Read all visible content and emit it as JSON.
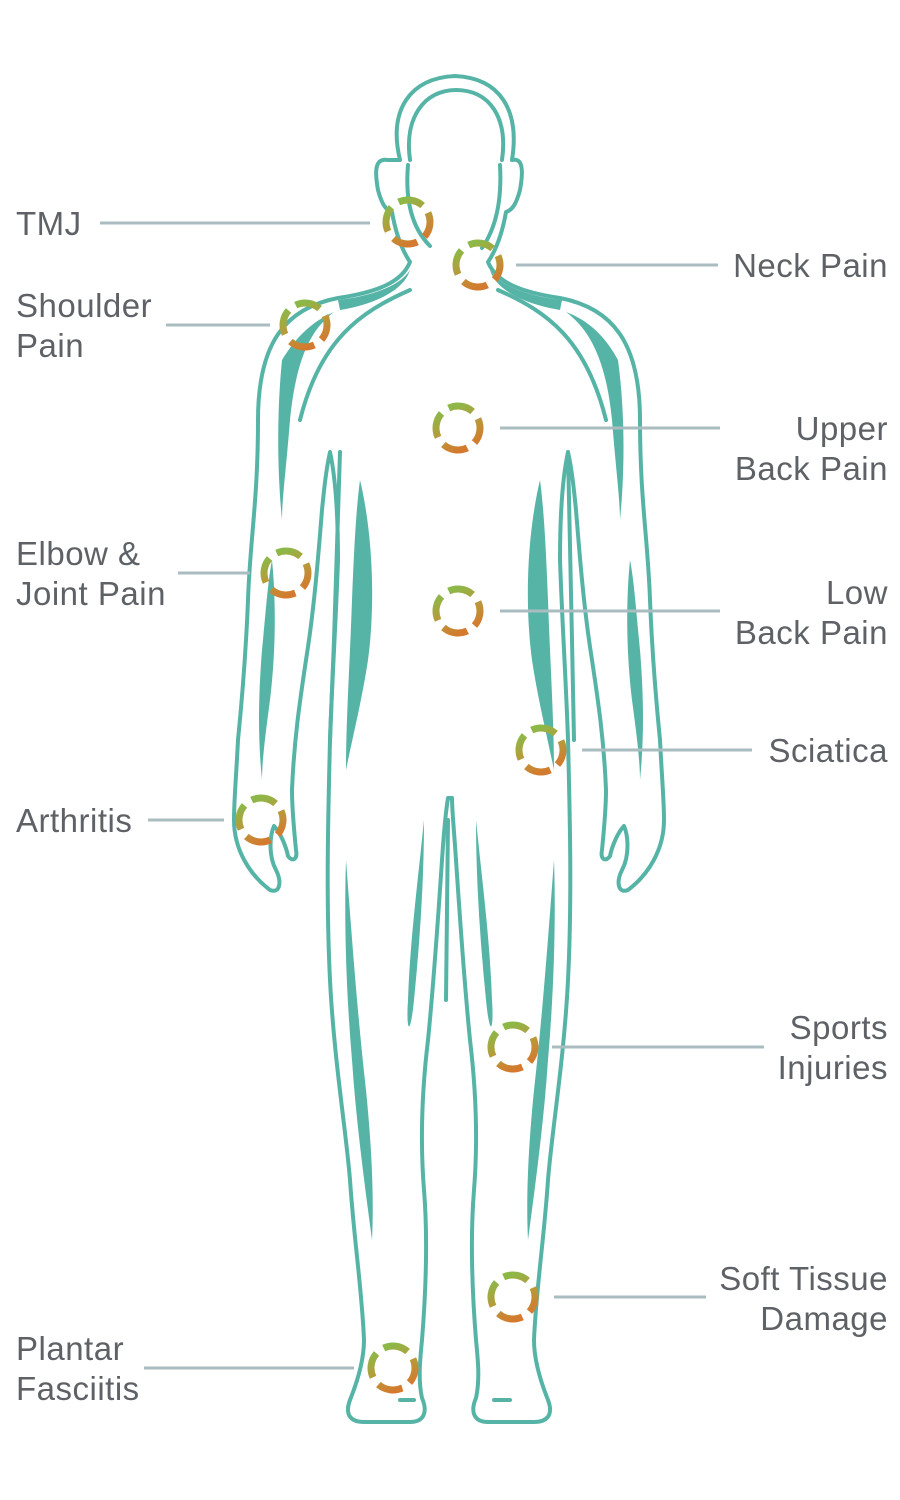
{
  "colors": {
    "body_outline": "#56b4a6",
    "leader_line": "#a9bcc0",
    "marker_top": "#8cb848",
    "marker_bottom": "#d4792e",
    "marker_mid": "#b89a3a",
    "text": "#5e6266"
  },
  "conditions": {
    "tmj": "TMJ",
    "neck_pain": "Neck Pain",
    "shoulder_pain": "Shoulder\nPain",
    "upper_back_pain": "Upper\nBack Pain",
    "elbow_joint_pain": "Elbow &\nJoint Pain",
    "low_back_pain": "Low\nBack Pain",
    "sciatica": "Sciatica",
    "arthritis": "Arthritis",
    "sports_injuries": "Sports\nInjuries",
    "soft_tissue_damage": "Soft Tissue\nDamage",
    "plantar_fasciitis": "Plantar\nFasciitis"
  }
}
